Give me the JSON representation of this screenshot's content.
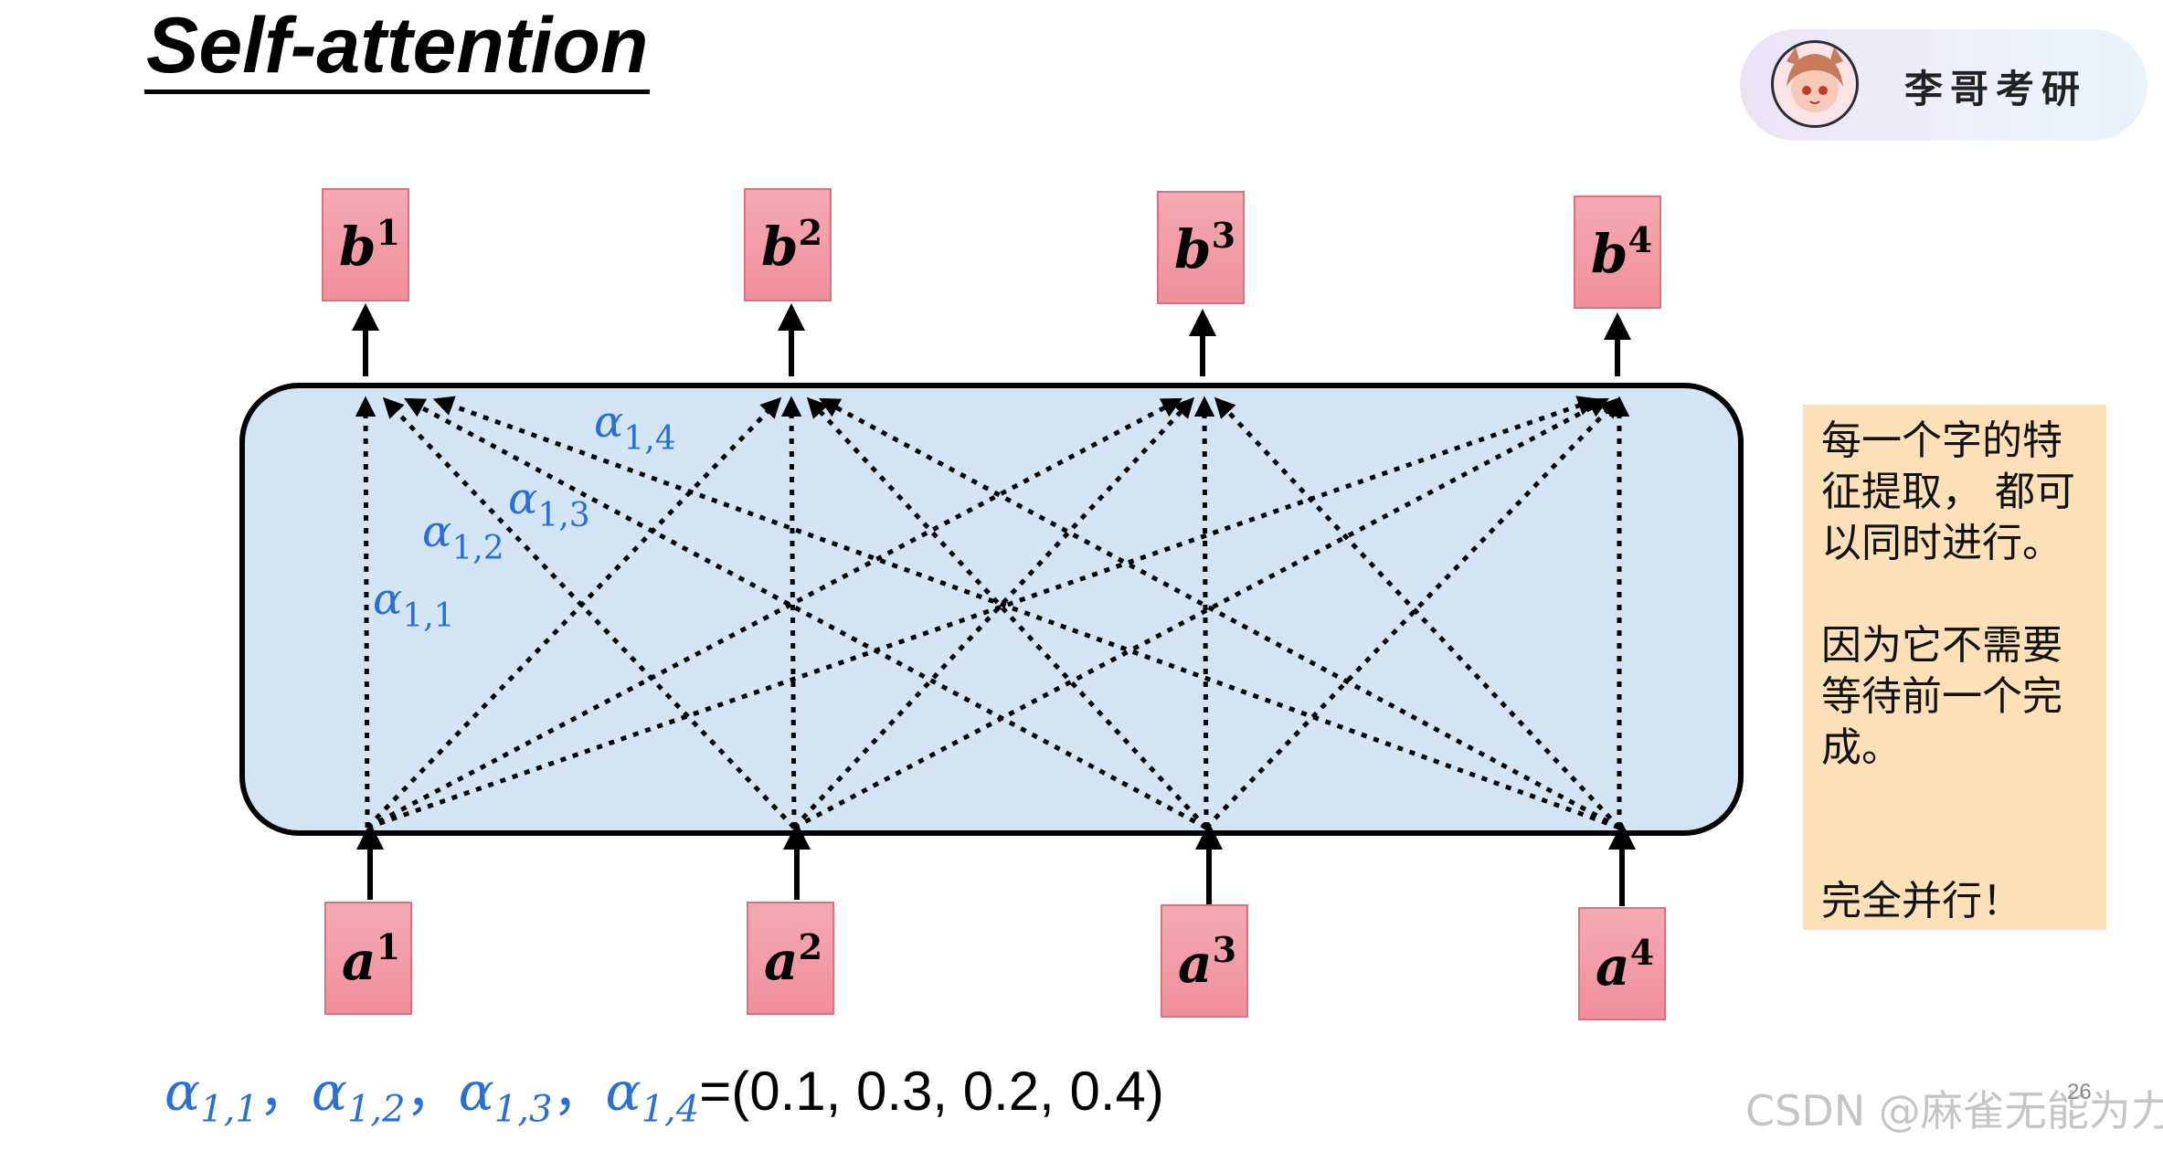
{
  "title": "Self-attention",
  "brand": {
    "name": "李哥考研"
  },
  "outputs": [
    {
      "base": "b",
      "sup": "1"
    },
    {
      "base": "b",
      "sup": "2"
    },
    {
      "base": "b",
      "sup": "3"
    },
    {
      "base": "b",
      "sup": "4"
    }
  ],
  "inputs": [
    {
      "base": "a",
      "sup": "1"
    },
    {
      "base": "a",
      "sup": "2"
    },
    {
      "base": "a",
      "sup": "3"
    },
    {
      "base": "a",
      "sup": "4"
    }
  ],
  "attention_labels": [
    {
      "symbol": "α",
      "sub": "1,1"
    },
    {
      "symbol": "α",
      "sub": "1,2"
    },
    {
      "symbol": "α",
      "sub": "1,3"
    },
    {
      "symbol": "α",
      "sub": "1,4"
    }
  ],
  "note": {
    "para1": "每一个字的特征提取， 都可以同时进行。",
    "para2": "因为它不需要等待前一个完成。",
    "para3": "完全并行！"
  },
  "formula": {
    "symbol": "α",
    "subs": [
      "1,1",
      "1,2",
      "1,3",
      "1,4"
    ],
    "separator": "，",
    "equals_values": "=(0.1, 0.3, 0.2, 0.4)"
  },
  "page_number": "26",
  "watermark": "CSDN @麻雀无能为力",
  "colors": {
    "token_fill": "#f3a0a9",
    "token_border": "#d9727f",
    "block_fill": "#d3e4f5",
    "alpha_blue": "#2a6fd6",
    "note_fill": "#fce0b8"
  }
}
